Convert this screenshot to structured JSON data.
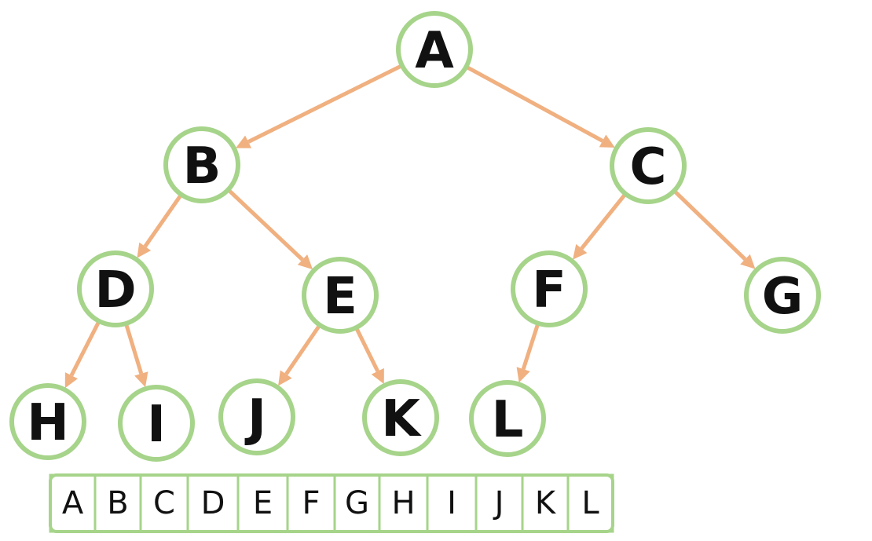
{
  "tree": {
    "nodes": [
      {
        "id": "A",
        "label": "A"
      },
      {
        "id": "B",
        "label": "B"
      },
      {
        "id": "C",
        "label": "C"
      },
      {
        "id": "D",
        "label": "D"
      },
      {
        "id": "E",
        "label": "E"
      },
      {
        "id": "F",
        "label": "F"
      },
      {
        "id": "G",
        "label": "G"
      },
      {
        "id": "H",
        "label": "H"
      },
      {
        "id": "I",
        "label": "I"
      },
      {
        "id": "J",
        "label": "J"
      },
      {
        "id": "K",
        "label": "K"
      },
      {
        "id": "L",
        "label": "L"
      }
    ],
    "edges": [
      {
        "from": "A",
        "to": "B"
      },
      {
        "from": "A",
        "to": "C"
      },
      {
        "from": "B",
        "to": "D"
      },
      {
        "from": "B",
        "to": "E"
      },
      {
        "from": "C",
        "to": "F"
      },
      {
        "from": "C",
        "to": "G"
      },
      {
        "from": "D",
        "to": "H"
      },
      {
        "from": "D",
        "to": "I"
      },
      {
        "from": "E",
        "to": "J"
      },
      {
        "from": "E",
        "to": "K"
      },
      {
        "from": "F",
        "to": "L"
      }
    ]
  },
  "array": {
    "cells": [
      "A",
      "B",
      "C",
      "D",
      "E",
      "F",
      "G",
      "H",
      "I",
      "J",
      "K",
      "L"
    ]
  },
  "colors": {
    "node_stroke": "#a6d48a",
    "edge": "#f0b080",
    "text": "#111111"
  }
}
